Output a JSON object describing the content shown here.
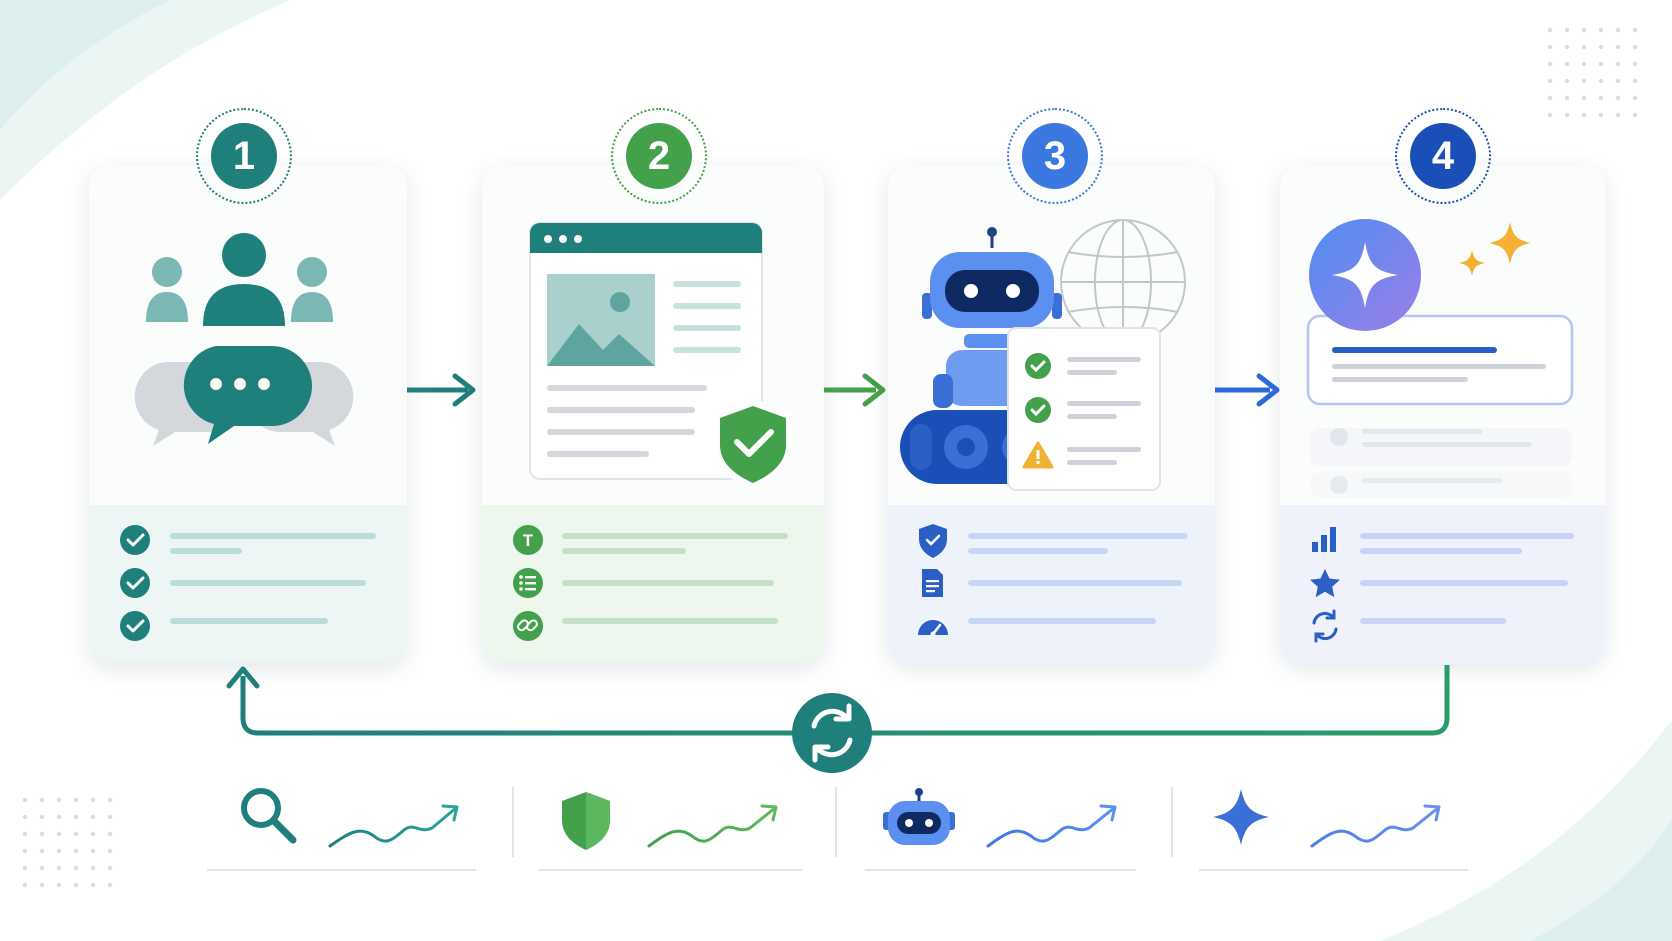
{
  "colors": {
    "teal": "#1e7f7b",
    "green": "#43a04b",
    "blue": "#3a78df",
    "navy": "#1b4fb8",
    "gold": "#f3b133",
    "gray": "#c9ccd1"
  },
  "steps": [
    {
      "number": "1",
      "icon": "team-chat-icon",
      "rows": [
        "check-icon",
        "check-icon",
        "check-icon"
      ]
    },
    {
      "number": "2",
      "icon": "webpage-shield-icon",
      "rows": [
        "text-icon",
        "list-icon",
        "link-icon"
      ]
    },
    {
      "number": "3",
      "icon": "robot-globe-checklist-icon",
      "rows": [
        "shield-check-icon",
        "document-icon",
        "gauge-icon"
      ]
    },
    {
      "number": "4",
      "icon": "ai-sparkle-result-icon",
      "rows": [
        "bar-chart-icon",
        "star-icon",
        "refresh-icon"
      ]
    }
  ],
  "loop": {
    "icon": "refresh-icon"
  },
  "metrics": [
    {
      "icon": "search-icon",
      "trend": "trend-up-icon"
    },
    {
      "icon": "shield-icon",
      "trend": "trend-up-icon"
    },
    {
      "icon": "robot-icon",
      "trend": "trend-up-icon"
    },
    {
      "icon": "sparkle-icon",
      "trend": "trend-up-icon"
    }
  ]
}
